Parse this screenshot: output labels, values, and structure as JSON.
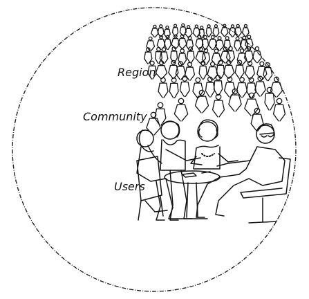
{
  "labels": {
    "region": "Region",
    "community": "Community",
    "users": "Users"
  },
  "colors": {
    "ink": "#111111",
    "background": "#ffffff"
  },
  "icons": {
    "crowd": "crowd-illustration",
    "group": "seated-group-illustration",
    "table": "round-table-illustration"
  }
}
